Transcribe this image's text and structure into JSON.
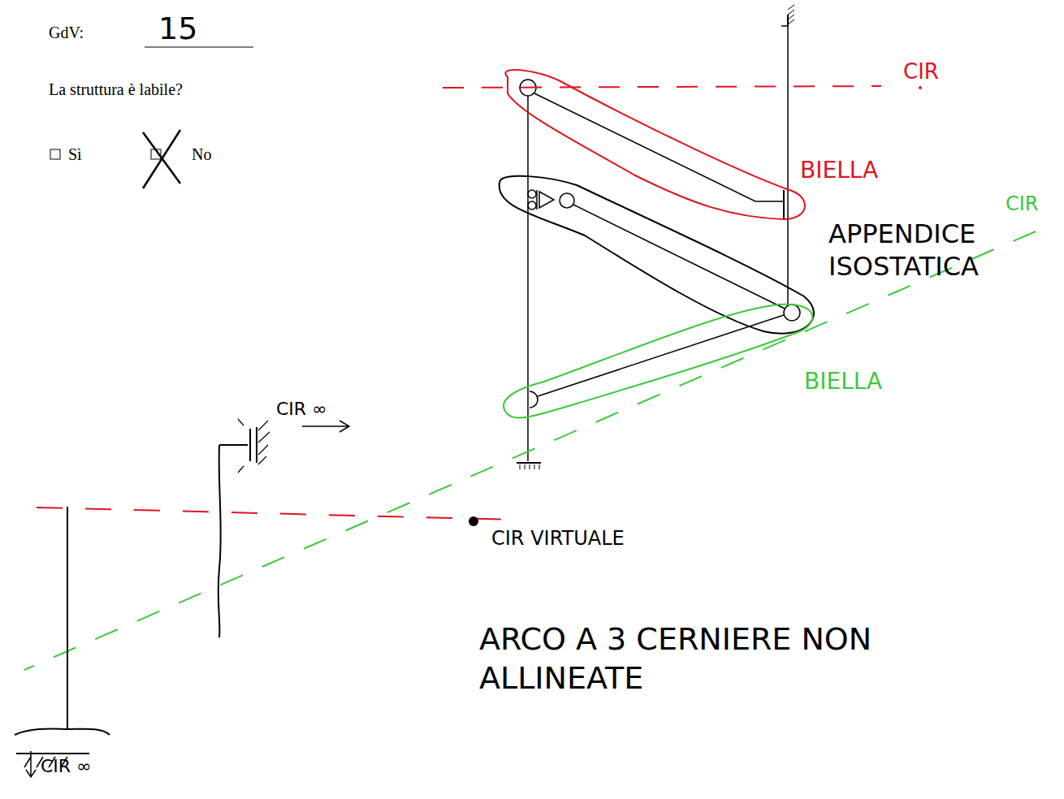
{
  "diagram": {
    "labels": [
      "GdV:",
      "15",
      "La struttura è labile?",
      "Sì",
      "No",
      "CIR",
      "BIELLA",
      "CIR",
      "APPENDICE ISOSTATICA",
      "BIELLA",
      "CIR ∞",
      "CIR VIRTUALE",
      "ARCO A 3 CERNIERE NON ALLINEATE",
      "CIR ∞"
    ]
  }
}
